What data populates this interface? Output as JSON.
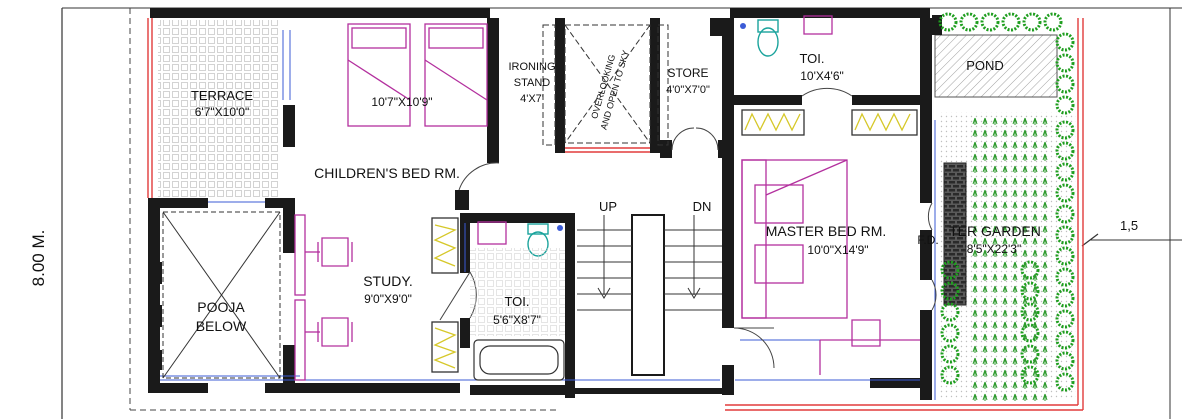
{
  "dimension_left": "8.00 M.",
  "dimension_right": "1,5",
  "rooms": {
    "terrace": {
      "name": "TERRACE",
      "size": "6'7\"X10'0\""
    },
    "children_bed": {
      "name": "CHILDREN'S BED RM.",
      "size": "10'7\"X10'9\""
    },
    "ironing": {
      "line1": "IRONING",
      "line2": "STAND",
      "size": "4'X7'"
    },
    "overlooking": {
      "line1": "OVERLOOKING",
      "line2": "AND OPEN TO SKY"
    },
    "store": {
      "name": "STORE",
      "size": "4'0\"X7'0\""
    },
    "toilet_top": {
      "name": "TOI.",
      "size": "10'X4'6\""
    },
    "pond": {
      "name": "POND"
    },
    "study": {
      "name": "STUDY.",
      "size": "9'0\"X9'0\""
    },
    "pooja": {
      "line1": "POOJA",
      "line2": "BELOW"
    },
    "toilet_mid": {
      "name": "TOI.",
      "size": "5'6\"X8'7\""
    },
    "stairs": {
      "up": "UP",
      "dn": "DN"
    },
    "master_bed": {
      "name": "MASTER BED RM.",
      "size": "10'0\"X14'9\""
    },
    "fd": "F.D.",
    "ter_garden": {
      "name": "TER GARDEN",
      "size": "8'5\"X22'3\""
    }
  },
  "colors": {
    "wall": "#1a1a1a",
    "furniture": "#b3309e",
    "sanitary": "#1aa39c",
    "hedge": "#1f9e1f",
    "grass": "#2c9a2c",
    "boundary": "#e23b3b",
    "window": "#3b5bd6",
    "wardrobe": "#d6c82a"
  }
}
